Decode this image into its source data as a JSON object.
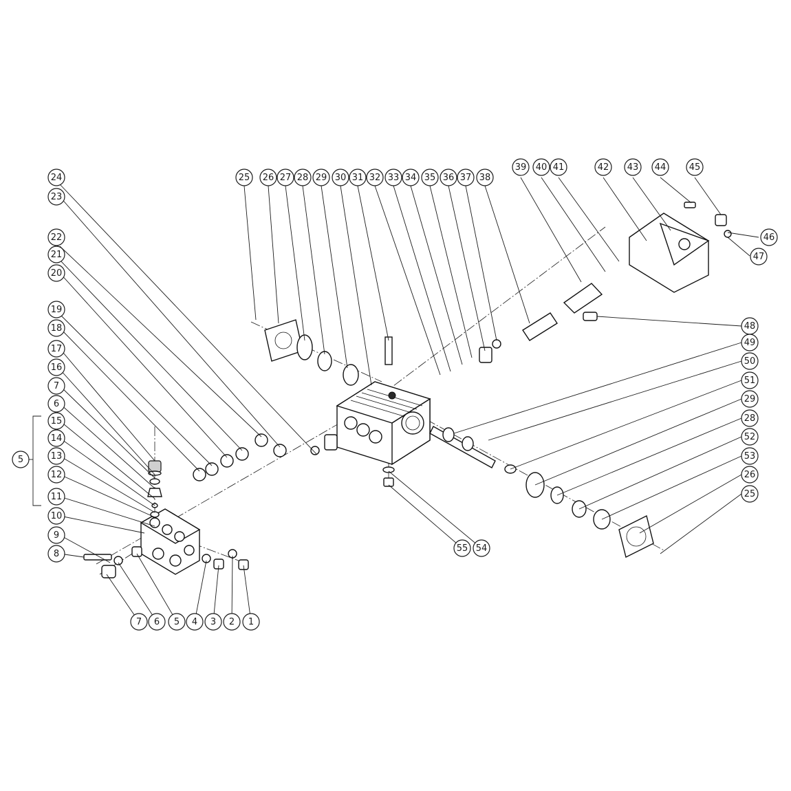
{
  "diagram": {
    "callouts": [
      {
        "num": "24"
      },
      {
        "num": "23"
      },
      {
        "num": "22"
      },
      {
        "num": "21"
      },
      {
        "num": "20"
      },
      {
        "num": "19"
      },
      {
        "num": "18"
      },
      {
        "num": "17"
      },
      {
        "num": "16"
      },
      {
        "num": "7"
      },
      {
        "num": "6"
      },
      {
        "num": "15"
      },
      {
        "num": "14"
      },
      {
        "num": "13"
      },
      {
        "num": "12"
      },
      {
        "num": "11"
      },
      {
        "num": "10"
      },
      {
        "num": "9"
      },
      {
        "num": "8"
      },
      {
        "num": "5"
      },
      {
        "num": "25"
      },
      {
        "num": "26"
      },
      {
        "num": "27"
      },
      {
        "num": "28"
      },
      {
        "num": "29"
      },
      {
        "num": "30"
      },
      {
        "num": "31"
      },
      {
        "num": "32"
      },
      {
        "num": "33"
      },
      {
        "num": "34"
      },
      {
        "num": "35"
      },
      {
        "num": "36"
      },
      {
        "num": "37"
      },
      {
        "num": "38"
      },
      {
        "num": "39"
      },
      {
        "num": "40"
      },
      {
        "num": "41"
      },
      {
        "num": "42"
      },
      {
        "num": "43"
      },
      {
        "num": "44"
      },
      {
        "num": "45"
      },
      {
        "num": "46"
      },
      {
        "num": "47"
      },
      {
        "num": "48"
      },
      {
        "num": "49"
      },
      {
        "num": "50"
      },
      {
        "num": "51"
      },
      {
        "num": "29"
      },
      {
        "num": "28"
      },
      {
        "num": "52"
      },
      {
        "num": "53"
      },
      {
        "num": "26"
      },
      {
        "num": "25"
      },
      {
        "num": "55"
      },
      {
        "num": "54"
      },
      {
        "num": "7"
      },
      {
        "num": "6"
      },
      {
        "num": "5"
      },
      {
        "num": "4"
      },
      {
        "num": "3"
      },
      {
        "num": "2"
      },
      {
        "num": "1"
      }
    ]
  }
}
